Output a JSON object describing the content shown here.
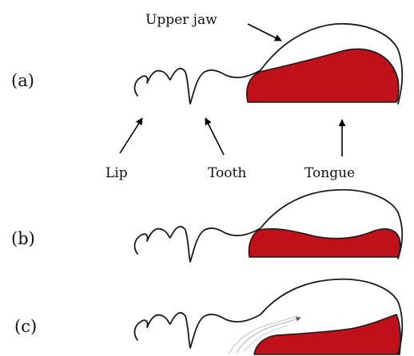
{
  "labels": {
    "upper_jaw": "Upper jaw",
    "lip": "Lip",
    "tooth": "Tooth",
    "tongue": "Tongue"
  },
  "panels": [
    {
      "label": "(a)"
    },
    {
      "label": "(b)"
    },
    {
      "label": "(c)"
    }
  ],
  "colors": {
    "tongue": "#c0101a",
    "outline": "#1a1a1a",
    "airflow": "#b8b8b8"
  }
}
